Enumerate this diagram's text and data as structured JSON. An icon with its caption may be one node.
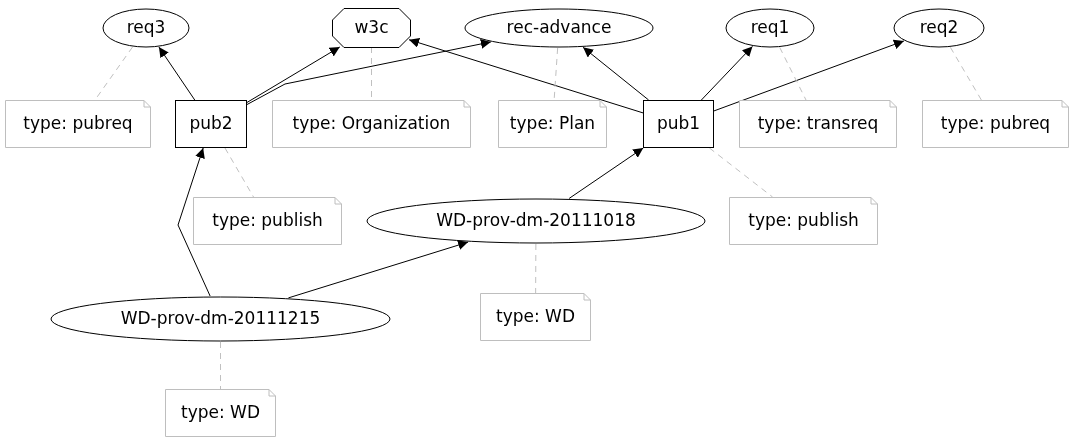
{
  "diagram": {
    "nodes": [
      {
        "text": [
          "req3"
        ]
      },
      {
        "text": [
          "w3c"
        ]
      },
      {
        "text": [
          "rec-advance"
        ]
      },
      {
        "text": [
          "req1"
        ]
      },
      {
        "text": [
          "req2"
        ]
      },
      {
        "text": [
          "type: pubreq"
        ]
      },
      {
        "text": [
          "pub2"
        ]
      },
      {
        "text": [
          "type: Organization"
        ]
      },
      {
        "text": [
          "type: Plan"
        ]
      },
      {
        "text": [
          "pub1"
        ]
      },
      {
        "text": [
          "type: transreq"
        ]
      },
      {
        "text": [
          "type: pubreq"
        ]
      },
      {
        "text": [
          "type: publish"
        ]
      },
      {
        "text": [
          "WD-prov-dm-20111018"
        ]
      },
      {
        "text": [
          "type: publish"
        ]
      },
      {
        "text": [
          "WD-prov-dm-20111215"
        ]
      },
      {
        "text": [
          "type: WD"
        ]
      },
      {
        "text": [
          "type: WD"
        ]
      }
    ],
    "edges": [
      {
        "from": 6,
        "to": 0,
        "arrow": "to"
      },
      {
        "from": 6,
        "to": 1,
        "arrow": "to"
      },
      {
        "from": 6,
        "to": 2,
        "arrow": "to"
      },
      {
        "from": 9,
        "to": 1,
        "arrow": "to"
      },
      {
        "from": 9,
        "to": 2,
        "arrow": "to"
      },
      {
        "from": 9,
        "to": 3,
        "arrow": "to"
      },
      {
        "from": 9,
        "to": 4,
        "arrow": "to"
      },
      {
        "from": 13,
        "to": 9,
        "arrow": "to"
      },
      {
        "from": 15,
        "to": 6,
        "arrow": "to"
      },
      {
        "from": 15,
        "to": 13,
        "arrow": "to"
      },
      {
        "from": 0,
        "to": 5,
        "arrow": "none",
        "style": "dashed",
        "color": "#c0c0c0"
      },
      {
        "from": 1,
        "to": 7,
        "arrow": "none",
        "style": "dashed",
        "color": "#c0c0c0"
      },
      {
        "from": 2,
        "to": 8,
        "arrow": "none",
        "style": "dashed",
        "color": "#c0c0c0"
      },
      {
        "from": 3,
        "to": 10,
        "arrow": "none",
        "style": "dashed",
        "color": "#c0c0c0"
      },
      {
        "from": 4,
        "to": 11,
        "arrow": "none",
        "style": "dashed",
        "color": "#c0c0c0"
      },
      {
        "from": 6,
        "to": 12,
        "arrow": "none",
        "style": "dashed",
        "color": "#c0c0c0"
      },
      {
        "from": 9,
        "to": 14,
        "arrow": "none",
        "style": "dashed",
        "color": "#c0c0c0"
      },
      {
        "from": 13,
        "to": 16,
        "arrow": "none",
        "style": "dashed",
        "color": "#c0c0c0"
      },
      {
        "from": 15,
        "to": 17,
        "arrow": "none",
        "style": "dashed",
        "color": "#c0c0c0"
      }
    ]
  }
}
